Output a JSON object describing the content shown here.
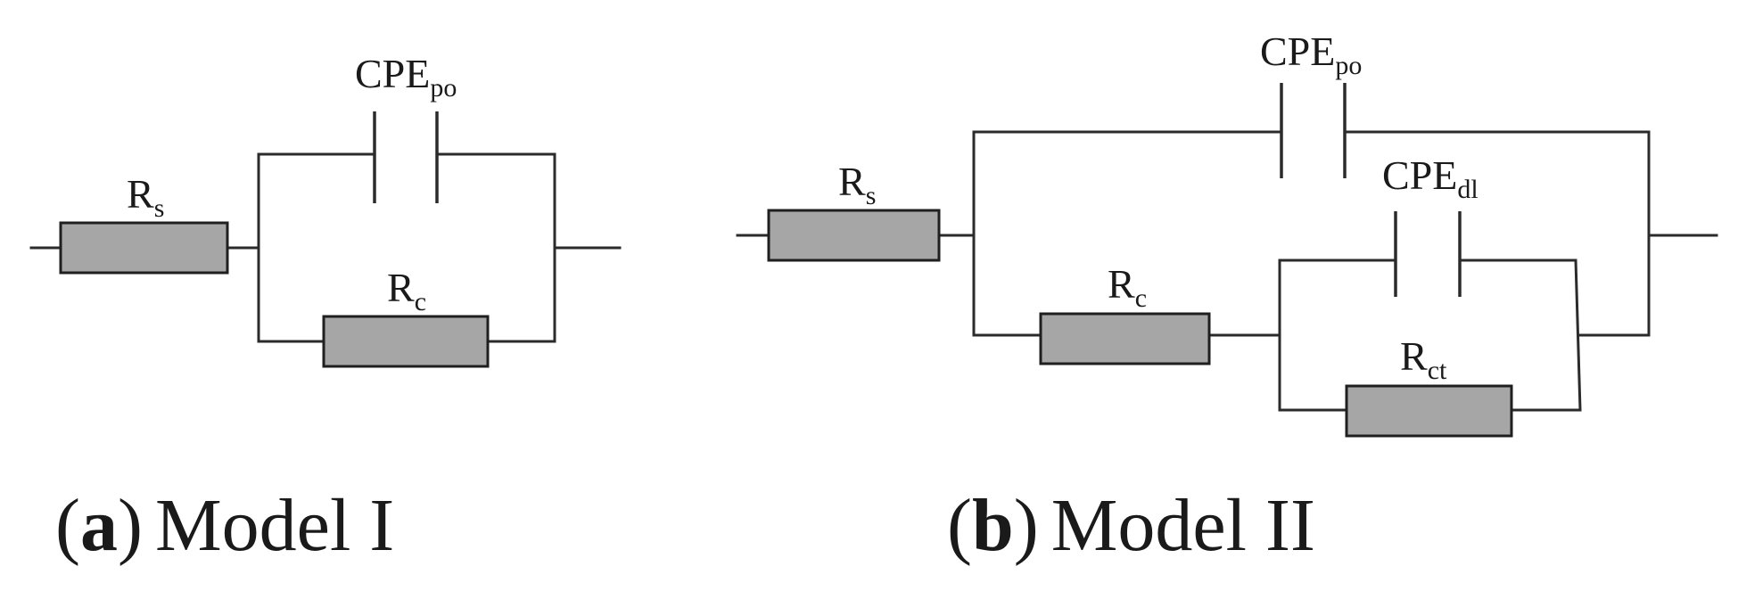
{
  "panels": {
    "a": {
      "caption": {
        "open": "(",
        "letter": "a",
        "close": ")",
        "title": "Model I"
      },
      "labels": {
        "rs": {
          "main": "R",
          "sub": "s"
        },
        "cpe": {
          "main": "CPE",
          "sub": "po"
        },
        "rc": {
          "main": "R",
          "sub": "c"
        }
      }
    },
    "b": {
      "caption": {
        "open": "(",
        "letter": "b",
        "close": ")",
        "title": "Model II"
      },
      "labels": {
        "rs": {
          "main": "R",
          "sub": "s"
        },
        "cpe_po": {
          "main": "CPE",
          "sub": "po"
        },
        "cpe_dl": {
          "main": "CPE",
          "sub": "dl"
        },
        "rc": {
          "main": "R",
          "sub": "c"
        },
        "rct": {
          "main": "R",
          "sub": "ct"
        }
      }
    }
  },
  "colors": {
    "wire": "#2b2b2b",
    "resistor_fill": "#a6a6a6",
    "text": "#1a1a1a"
  }
}
